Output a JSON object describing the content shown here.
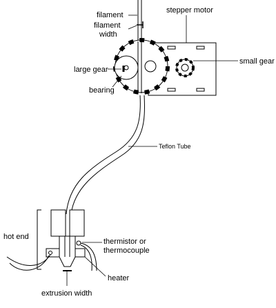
{
  "labels": {
    "filament": "filament",
    "filament_width_line1": "filament",
    "filament_width_line2": "width",
    "stepper_motor": "stepper motor",
    "small_gear": "small gear",
    "large_gear": "large gear",
    "bearing": "bearing",
    "teflon_tube": "Teflon Tube",
    "hot_end": "hot end",
    "thermistor_line1": "thermistor or",
    "thermistor_line2": "thermocouple",
    "heater": "heater",
    "extrusion_width": "extrusion width"
  }
}
